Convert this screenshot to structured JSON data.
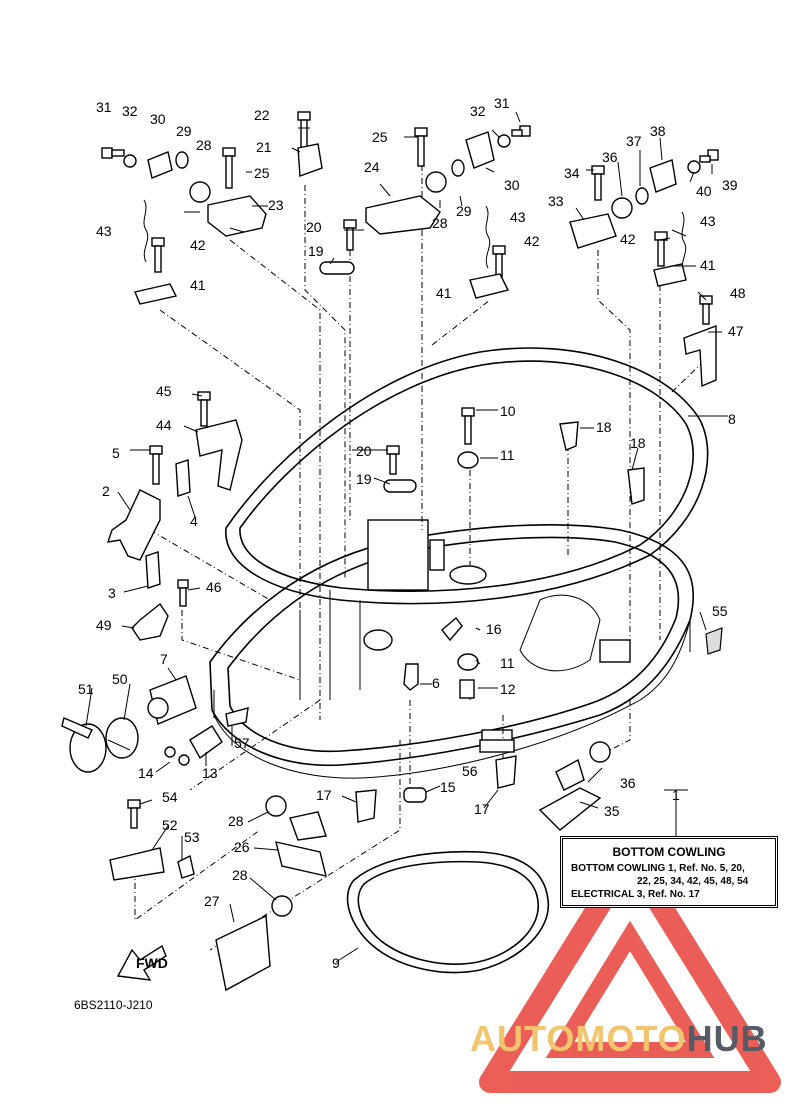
{
  "callouts": {
    "c1": "1",
    "c2": "2",
    "c3": "3",
    "c4": "4",
    "c5": "5",
    "c6": "6",
    "c7": "7",
    "c8": "8",
    "c9": "9",
    "c10": "10",
    "c11a": "11",
    "c11b": "11",
    "c12": "12",
    "c13": "13",
    "c14": "14",
    "c15": "15",
    "c16": "16",
    "c17a": "17",
    "c17b": "17",
    "c18a": "18",
    "c18b": "18",
    "c19a": "19",
    "c19b": "19",
    "c20a": "20",
    "c20b": "20",
    "c21": "21",
    "c22": "22",
    "c23": "23",
    "c24": "24",
    "c25a": "25",
    "c25b": "25",
    "c26": "26",
    "c27": "27",
    "c28a": "28",
    "c28b": "28",
    "c28c": "28",
    "c28d": "28",
    "c29a": "29",
    "c29b": "29",
    "c30a": "30",
    "c30b": "30",
    "c31a": "31",
    "c31b": "31",
    "c32a": "32",
    "c32b": "32",
    "c33": "33",
    "c34": "34",
    "c35": "35",
    "c36a": "36",
    "c36b": "36",
    "c37": "37",
    "c38": "38",
    "c39": "39",
    "c40": "40",
    "c41a": "41",
    "c41b": "41",
    "c41c": "41",
    "c42a": "42",
    "c42b": "42",
    "c42c": "42",
    "c43a": "43",
    "c43b": "43",
    "c43c": "43",
    "c44": "44",
    "c45": "45",
    "c46": "46",
    "c47": "47",
    "c48": "48",
    "c49": "49",
    "c50": "50",
    "c51": "51",
    "c52": "52",
    "c53": "53",
    "c54": "54",
    "c55": "55",
    "c56": "56",
    "c57": "57"
  },
  "legend": {
    "title": "BOTTOM COWLING",
    "line1": "BOTTOM COWLING 1,  Ref. No. 5,  20,",
    "line2": "22,  25,  34,  42,  45,  48,  54",
    "line3": "ELECTRICAL 3,  Ref. No. 17"
  },
  "fwd_label": "FWD",
  "diagram_code": "6BS2110-J210",
  "watermark": {
    "part1": "AUTOMOTO",
    "part2": "HUB"
  },
  "colors": {
    "line": "#000000",
    "watermark_red": "#e8433a",
    "watermark_yellow": "#f2c46d",
    "watermark_gray": "#555c66"
  }
}
